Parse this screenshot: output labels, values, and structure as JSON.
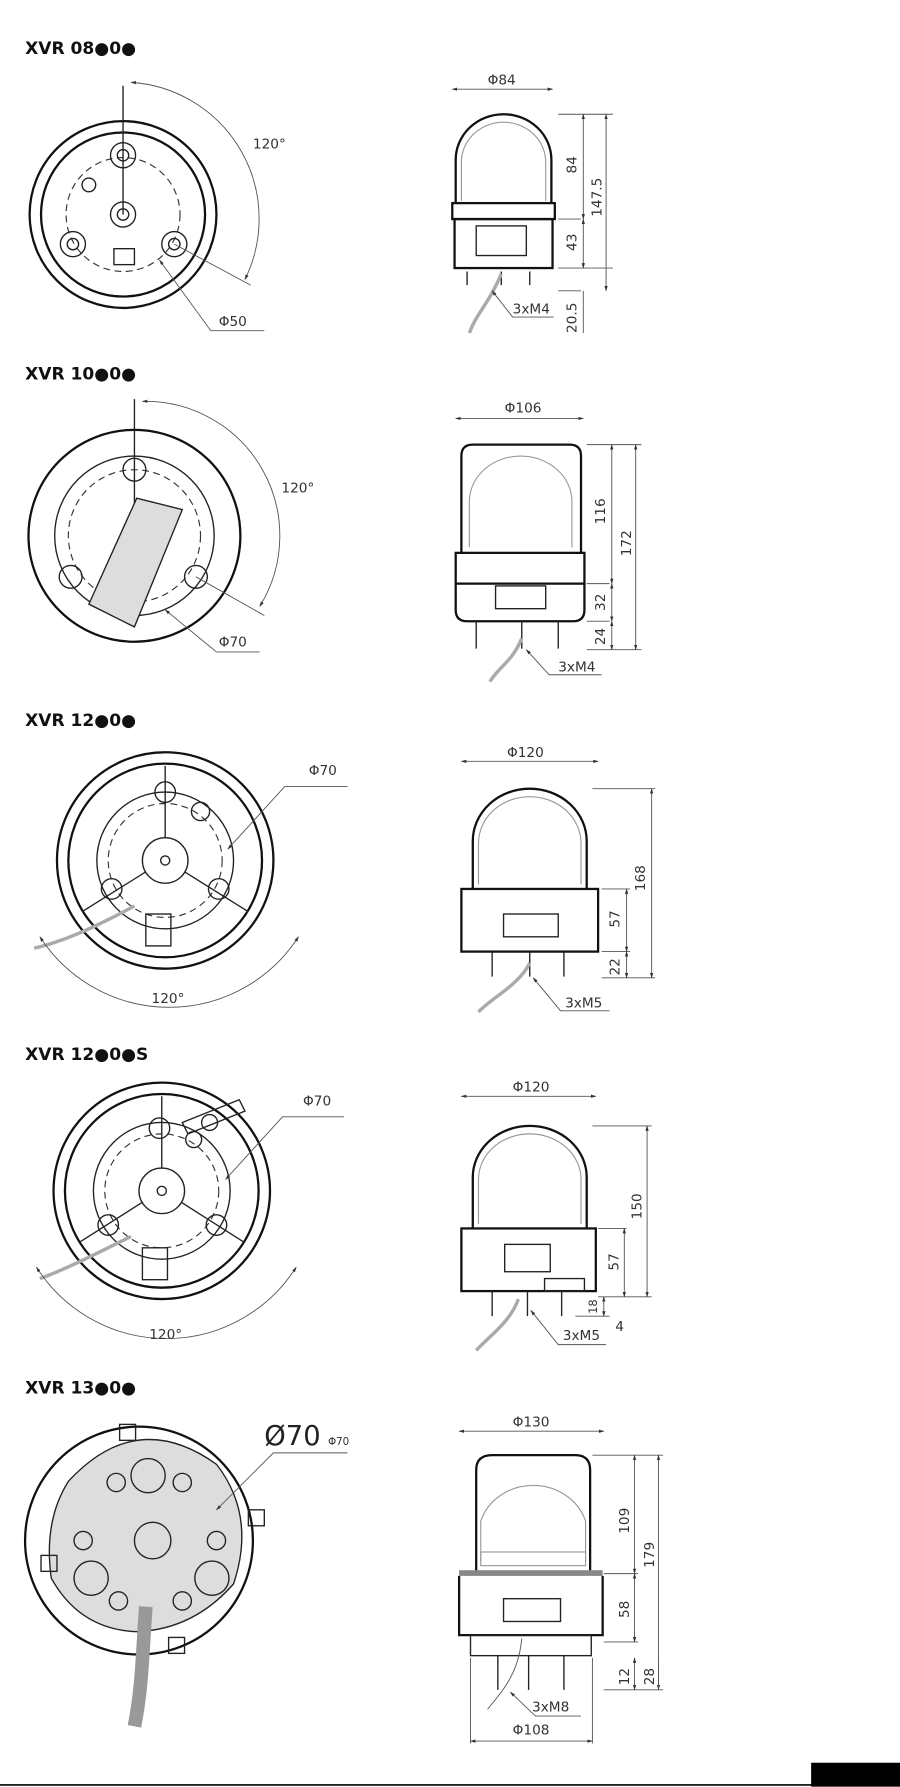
{
  "sections": [
    {
      "title": "XVR 08●0●",
      "angle": "120°",
      "mount_dia": "Φ50",
      "body_dia": "Φ84",
      "dims": [
        "84",
        "43",
        "147.5",
        "20.5"
      ],
      "thread": "3xM4"
    },
    {
      "title": "XVR 10●0●",
      "angle": "120°",
      "mount_dia": "Φ70",
      "body_dia": "Φ106",
      "dims": [
        "116",
        "32",
        "24",
        "172"
      ],
      "thread": "3xM4"
    },
    {
      "title": "XVR 12●0●",
      "angle": "120°",
      "mount_dia": "Φ70",
      "body_dia": "Φ120",
      "dims": [
        "168",
        "57",
        "22"
      ],
      "thread": "3xM5"
    },
    {
      "title": "XVR 12●0●S",
      "angle": "120°",
      "mount_dia": "Φ70",
      "body_dia": "Φ120",
      "dims": [
        "150",
        "57",
        "18",
        "4"
      ],
      "thread": "3xM5"
    },
    {
      "title": "XVR 13●0●",
      "mount_dia": "Φ70",
      "mount_dia_overlay": "Ø70",
      "body_dia": "Φ130",
      "base_dia": "Φ108",
      "dims": [
        "109",
        "179",
        "58",
        "12",
        "28"
      ],
      "thread": "3xM8"
    }
  ]
}
